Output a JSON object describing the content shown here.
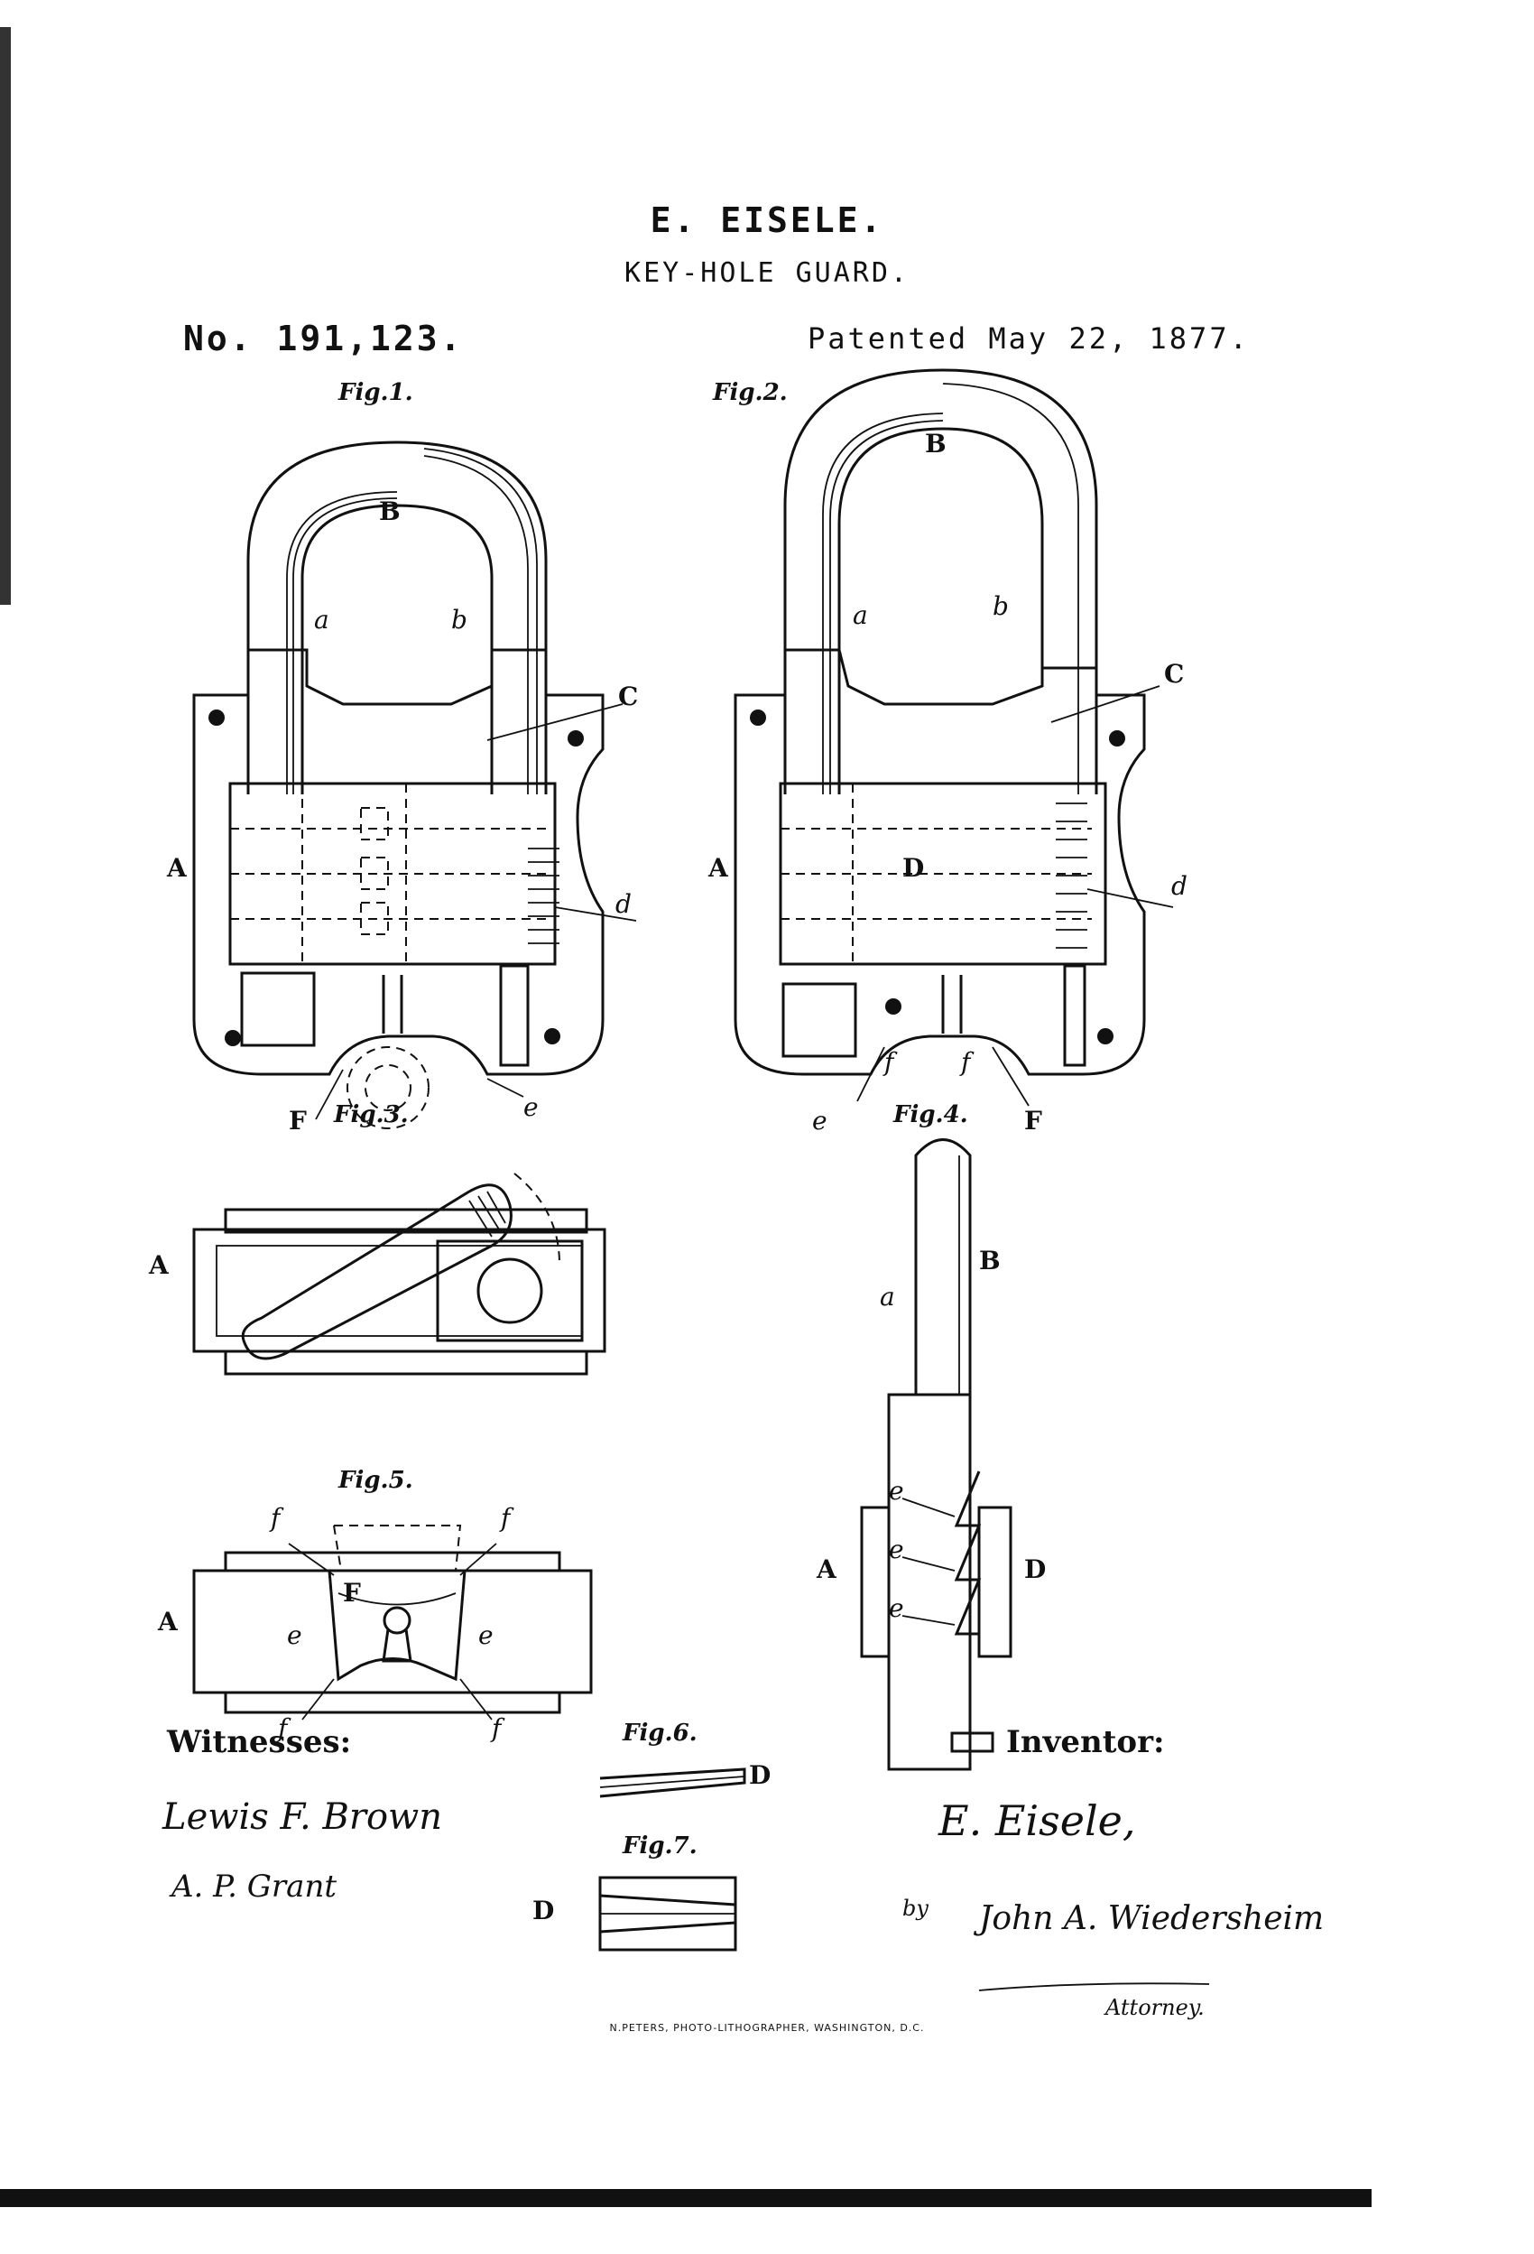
{
  "header": {
    "inventor_name": "E. EISELE.",
    "title": "KEY-HOLE GUARD.",
    "patent_number": "No. 191,123.",
    "patent_date": "Patented May 22, 1877."
  },
  "figures": {
    "fig1": "Fig.1.",
    "fig2": "Fig.2.",
    "fig3": "Fig.3.",
    "fig4": "Fig.4.",
    "fig5": "Fig.5.",
    "fig6": "Fig.6.",
    "fig7": "Fig.7."
  },
  "ref_letters": {
    "A": "A",
    "B": "B",
    "C": "C",
    "D": "D",
    "F": "F",
    "a": "a",
    "b": "b",
    "d": "d",
    "e": "e",
    "f": "f"
  },
  "signatures": {
    "witnesses_label": "Witnesses:",
    "witness_1": "Lewis F. Brown",
    "witness_2": "A. P. Grant",
    "inventor_label": "Inventor:",
    "inventor_signature": "E. Eisele,",
    "by": "by",
    "attorney_signature": "John A. Wiedersheim",
    "attorney_label": "Attorney."
  },
  "footer": "N.PETERS, PHOTO-LITHOGRAPHER, WASHINGTON, D.C."
}
